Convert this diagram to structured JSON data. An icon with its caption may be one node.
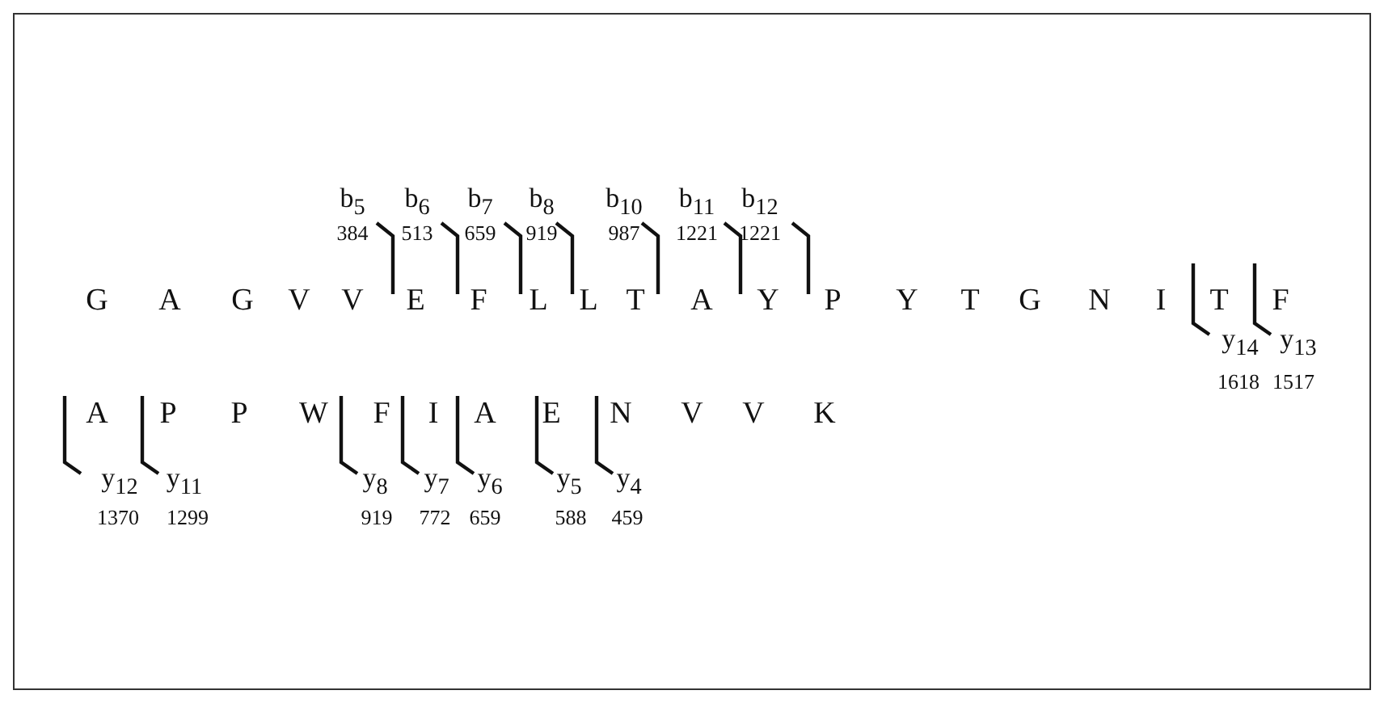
{
  "diagram": {
    "labels": [
      "b$_{5}$",
      "b$_{6}$",
      "b$_{7}$",
      "b$_{8}$",
      "b$_{10}$",
      "b$_{11}$",
      "b$_{12}$",
      "384",
      "513",
      "659",
      "919",
      "987",
      "1221",
      "1221",
      "G",
      "A",
      "G",
      "V",
      "V",
      "E",
      "F",
      "L",
      "L",
      "T",
      "A",
      "Y",
      "P",
      "Y",
      "T",
      "G",
      "N",
      "I",
      "T",
      "F",
      "y$_{14}$",
      "y$_{13}$",
      "1618",
      "1517",
      "A",
      "P",
      "P",
      "W",
      "F",
      "I",
      "A",
      "E",
      "N",
      "V",
      "V",
      "K",
      "y$_{12}$",
      "y$_{11}$",
      "y$_{8}$",
      "y$_{7}$",
      "y$_{6}$",
      "y$_{5}$",
      "y$_{4}$",
      "1370",
      "1299",
      "919",
      "772",
      "659",
      "588",
      "459"
    ]
  }
}
